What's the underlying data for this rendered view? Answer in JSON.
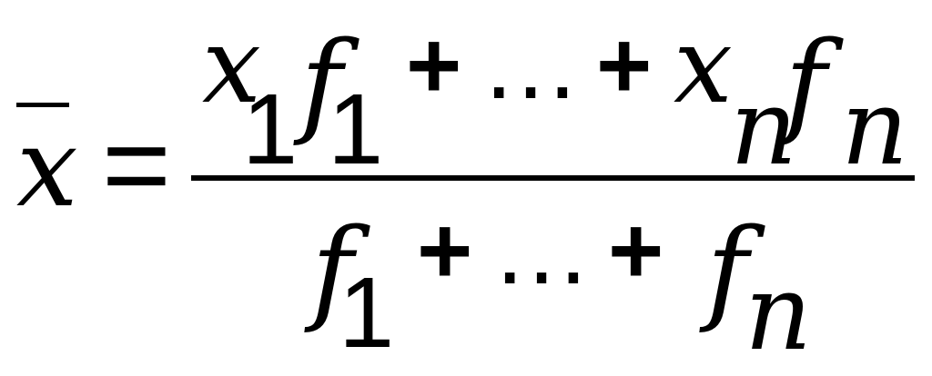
{
  "formula": {
    "lhs": {
      "variable": "x",
      "overbar": "—"
    },
    "equals": "=",
    "numerator": {
      "term1_var": "x",
      "term1_var_sub": "1",
      "term1_weight": "f",
      "term1_weight_sub": "1",
      "plus1": "+",
      "ellipsis": "…",
      "plus2": "+",
      "termn_var": "x",
      "termn_var_sub": "n",
      "termn_weight": "f",
      "termn_weight_sub": "n"
    },
    "denominator": {
      "term1_weight": "f",
      "term1_weight_sub": "1",
      "plus1": "+",
      "ellipsis": "…",
      "plus2": "+",
      "termn_weight": "f",
      "termn_weight_sub": "n"
    }
  }
}
